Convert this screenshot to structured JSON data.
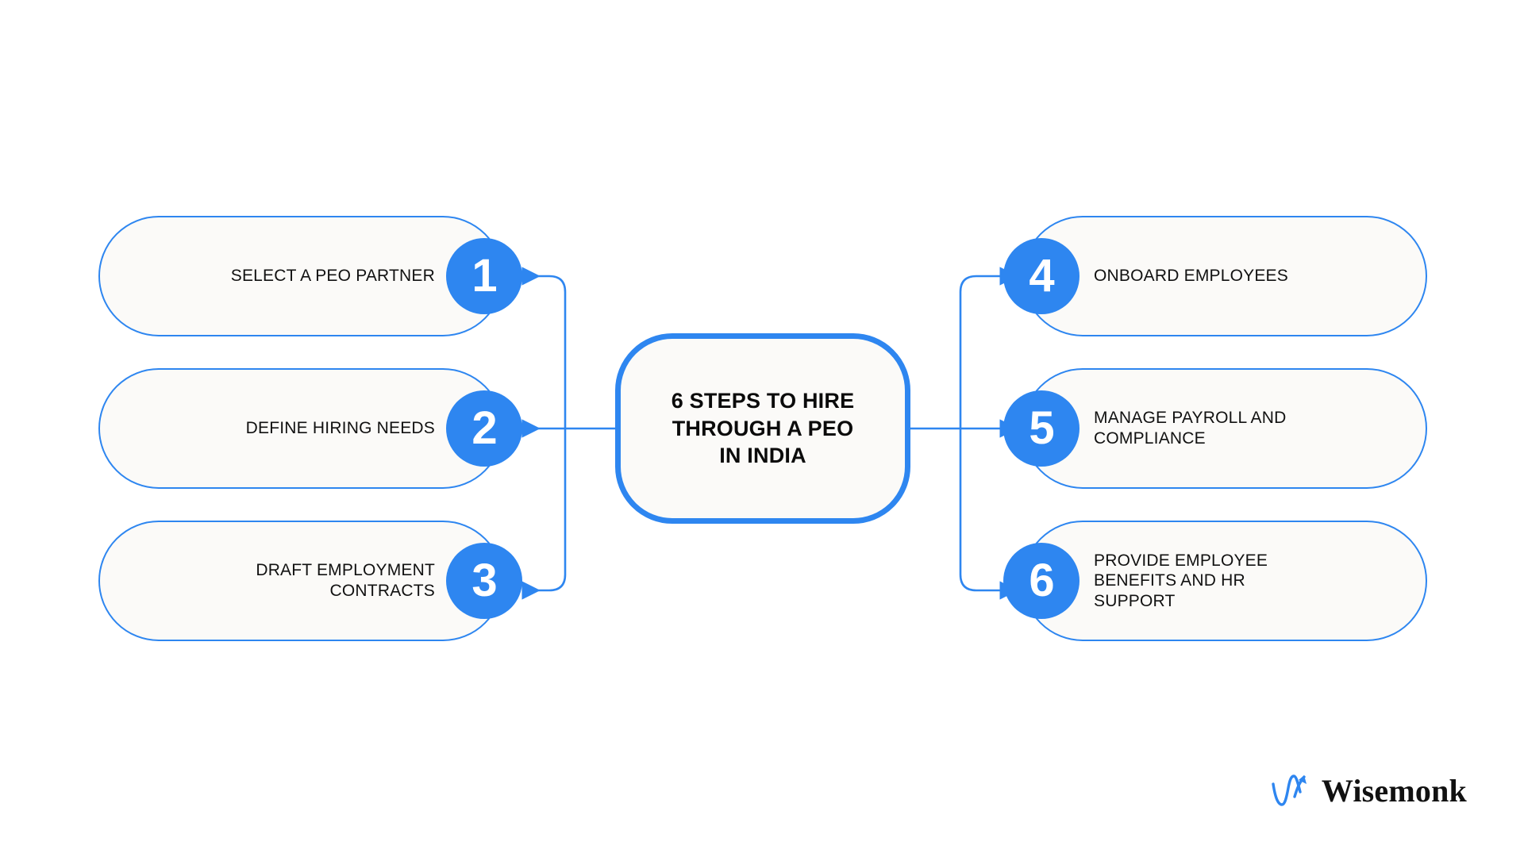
{
  "theme": {
    "accent": "#2E86F0",
    "card_fill": "#FBFAF8",
    "page_bg": "#FFFFFF",
    "text": "#111111"
  },
  "center": {
    "title": "6 STEPS TO HIRE\nTHROUGH A PEO\nIN INDIA"
  },
  "steps": {
    "left": [
      {
        "number": "1",
        "label": "SELECT A PEO PARTNER"
      },
      {
        "number": "2",
        "label": "DEFINE HIRING NEEDS"
      },
      {
        "number": "3",
        "label": "DRAFT EMPLOYMENT\nCONTRACTS"
      }
    ],
    "right": [
      {
        "number": "4",
        "label": "ONBOARD EMPLOYEES"
      },
      {
        "number": "5",
        "label": "MANAGE PAYROLL AND\nCOMPLIANCE"
      },
      {
        "number": "6",
        "label": "PROVIDE EMPLOYEE\nBENEFITS AND HR\nSUPPORT"
      }
    ]
  },
  "brand": {
    "name": "Wisemonk",
    "mark": "wisemonk-w-arrow-logo"
  }
}
